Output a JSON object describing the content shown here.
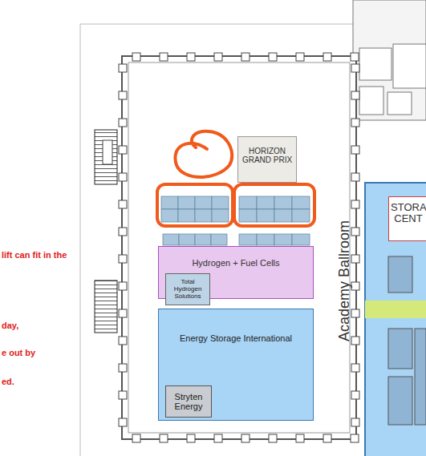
{
  "diagram": {
    "nodes": [
      {
        "text": [
          "HORIZON GRAND PRIX"
        ]
      },
      {
        "text": [
          "Hydrogen + Fuel Cells"
        ]
      },
      {
        "text": [
          "Total Hydrogen Solutions"
        ],
        "in": 1
      },
      {
        "text": [
          "Energy Storage International"
        ]
      },
      {
        "text": [
          "Stryten Energy"
        ],
        "in": 3
      },
      {
        "text": [
          "STORA CENT"
        ]
      }
    ],
    "labels": [
      "lift can fit in the",
      "day,",
      "e out by",
      "ed.",
      "Academy Ballroom"
    ]
  }
}
